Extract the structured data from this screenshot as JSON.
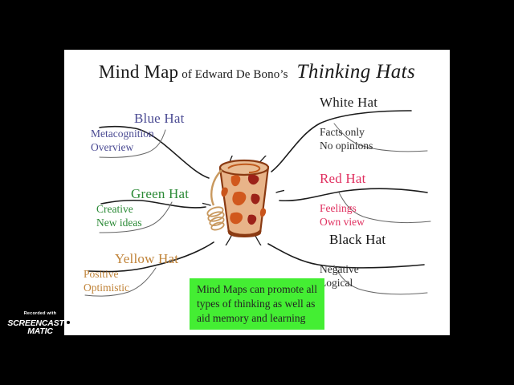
{
  "slide": {
    "title": {
      "main": "Mind Map",
      "middle": "of Edward De Bono’s",
      "italic": "Thinking Hats"
    },
    "center_image": "thinking-hat-illustration",
    "callout": {
      "line1": "Mind Maps can promote all",
      "line2": "types of thinking as well as",
      "line3": "aid memory and learning",
      "background_color": "#44ee33",
      "text_color": "#232323"
    },
    "nodes": [
      {
        "id": "blue",
        "category": "Blue Hat",
        "color": "#4b4b93",
        "details": [
          "Metacognition",
          "Overview"
        ],
        "side": "left"
      },
      {
        "id": "green",
        "category": "Green Hat",
        "color": "#2b8a36",
        "details": [
          "Creative",
          "New ideas"
        ],
        "side": "left"
      },
      {
        "id": "yellow",
        "category": "Yellow Hat",
        "color": "#c08338",
        "details": [
          "Positive",
          "Optimistic"
        ],
        "side": "left"
      },
      {
        "id": "white",
        "category": "White Hat",
        "color": "#1e1e1e",
        "details": [
          "Facts only",
          "No opinions"
        ],
        "side": "right"
      },
      {
        "id": "red",
        "category": "Red Hat",
        "color": "#e02f5f",
        "details": [
          "Feelings",
          "Own view"
        ],
        "side": "right"
      },
      {
        "id": "black",
        "category": "Black Hat",
        "color": "#111111",
        "details": [
          "Negative",
          "Logical"
        ],
        "side": "right"
      }
    ]
  },
  "watermark": {
    "recorded_with": "Recorded with",
    "brand_left": "SCREENCAST",
    "brand_right": "MATIC"
  }
}
